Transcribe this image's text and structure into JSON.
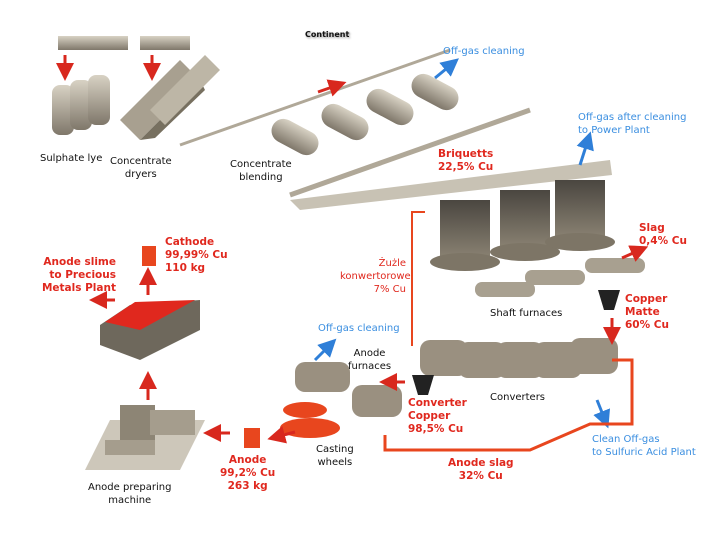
{
  "watermark": "Continent",
  "colors": {
    "product_red": "#e0281e",
    "gas_blue": "#3a8ee0",
    "equipment": "#9a9080"
  },
  "labels": {
    "sulphate_lye": "Sulphate lye",
    "concentrate_dryers": [
      "Concentrate",
      "dryers"
    ],
    "concentrate_blending": [
      "Concentrate",
      "blending"
    ],
    "offgas_top": "Off-gas cleaning",
    "offgas_power": [
      "Off-gas after cleaning",
      "to Power Plant"
    ],
    "briquetts": [
      "Briquetts",
      "22,5% Cu"
    ],
    "slag": [
      "Slag",
      "0,4% Cu"
    ],
    "zuzle": [
      "Żużle",
      "konwertorowe",
      "7% Cu"
    ],
    "shaft_furnaces": "Shaft furnaces",
    "copper_matte": [
      "Copper",
      "Matte",
      "60% Cu"
    ],
    "offgas_mid": "Off-gas cleaning",
    "anode_furnaces": [
      "Anode",
      "furnaces"
    ],
    "converters": "Converters",
    "converter_copper": [
      "Converter",
      "Copper",
      "98,5% Cu"
    ],
    "clean_offgas": [
      "Clean Off-gas",
      "to Sulfuric Acid Plant"
    ],
    "anode_slag": [
      "Anode slag",
      "32% Cu"
    ],
    "casting_wheels": [
      "Casting",
      "wheels"
    ],
    "anode": [
      "Anode",
      "99,2% Cu",
      "263 kg"
    ],
    "anode_machine": [
      "Anode preparing",
      "machine"
    ],
    "cathode": [
      "Cathode",
      "99,99% Cu",
      "110 kg"
    ],
    "anode_slime": [
      "Anode slime",
      "to Precious",
      "Metals Plant"
    ]
  }
}
